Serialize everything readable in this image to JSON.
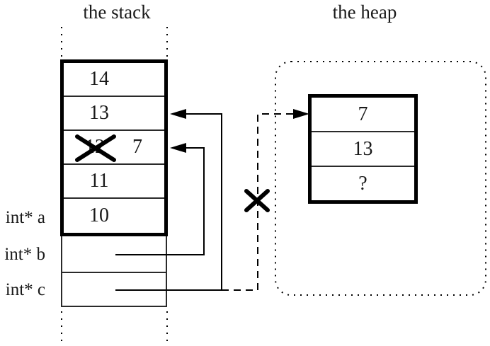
{
  "titles": {
    "stack": "the stack",
    "heap": "the heap"
  },
  "stack": {
    "rows": [
      {
        "value": "14",
        "crossed_out": false
      },
      {
        "value": "13",
        "crossed_out": false
      },
      {
        "value": "12",
        "crossed_out": true,
        "new_value": "7"
      },
      {
        "value": "11",
        "crossed_out": false
      },
      {
        "value": "10",
        "crossed_out": false
      }
    ]
  },
  "variables": [
    {
      "label": "int* a"
    },
    {
      "label": "int* b"
    },
    {
      "label": "int* c"
    }
  ],
  "heap": {
    "rows": [
      {
        "value": "7"
      },
      {
        "value": "13"
      },
      {
        "value": "?"
      }
    ]
  },
  "icons": {
    "crossed_out_value": "x-cross",
    "invalid_pointer": "x-cross",
    "pointer_arrowhead": "filled-triangle"
  },
  "colors": {
    "ink": "#000000",
    "background": "#ffffff"
  }
}
